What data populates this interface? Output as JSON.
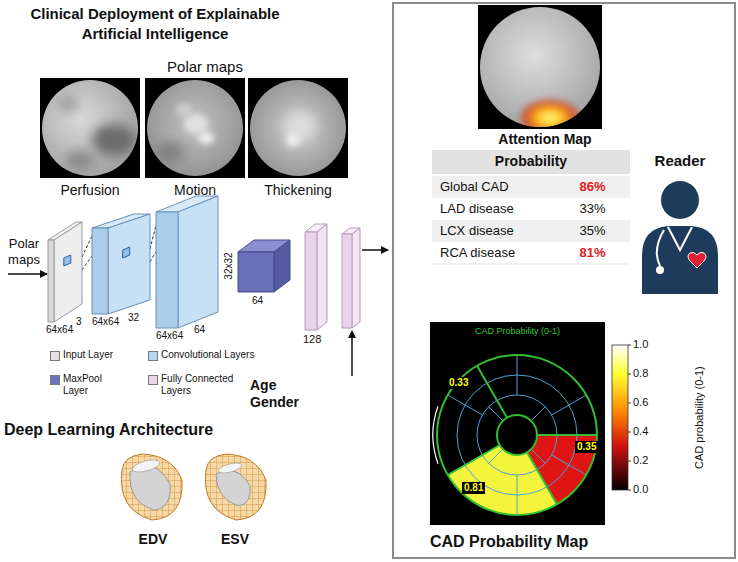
{
  "diagram": {
    "title": "Clinical Deployment of Explainable Artificial Intelligence",
    "nodes": [
      {
        "text": [
          "64x64",
          "3"
        ]
      },
      {
        "text": [
          "64x64",
          "32"
        ]
      },
      {
        "text": [
          "64x64",
          "64"
        ]
      },
      {
        "text": [
          "32x32",
          "64"
        ]
      },
      {
        "text": [
          "128"
        ]
      }
    ],
    "edges": [
      {
        "from": 0,
        "to": 1,
        "arrow": "none"
      },
      {
        "from": 1,
        "to": 2,
        "arrow": "none"
      }
    ],
    "labels": [
      "Polar maps",
      "Perfusion",
      "Motion",
      "Thickening",
      "Polar maps",
      "Age",
      "Gender",
      "Deep Learning Architecture",
      "EDV",
      "ESV",
      "Attention Map",
      "Probability",
      "Global CAD",
      "86%",
      "LAD disease",
      "33%",
      "LCX disease",
      "35%",
      "RCA disease",
      "81%",
      "Reader",
      "CAD Probability (0-1)",
      "0.33",
      "0.35",
      "0.81",
      "1.0",
      "0.8",
      "0.6",
      "0.4",
      "0.2",
      "0.0",
      "CAD probability (0-1)",
      "CAD Probability Map"
    ],
    "legend": [
      {
        "text": "Input Layer",
        "color": "#e3e3e3"
      },
      {
        "text": "Convolutional Layers",
        "color": "#b7d6f0"
      },
      {
        "text": "MaxPool Layer",
        "color": "#6d72bd"
      },
      {
        "text": "Fully Connected Layers",
        "color": "#ead6eb"
      }
    ]
  }
}
